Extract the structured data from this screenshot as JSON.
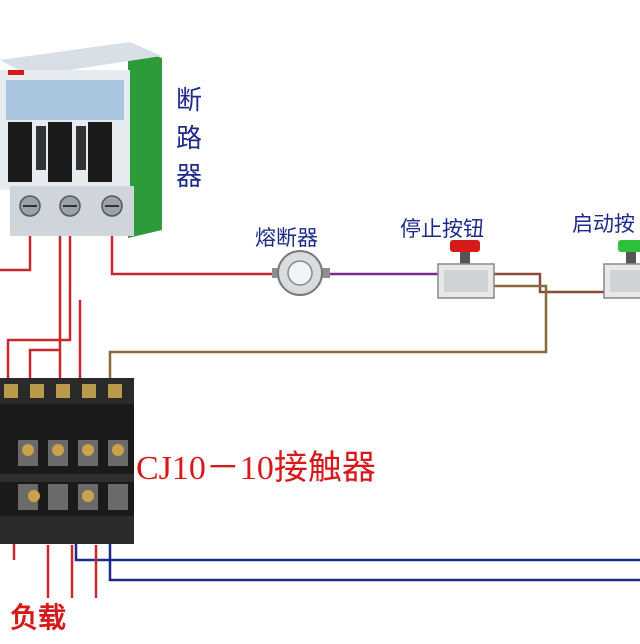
{
  "labels": {
    "breaker": [
      "断",
      "路",
      "器"
    ],
    "fuse": "熔断器",
    "stop_button": "停止按钮",
    "start_button": "启动按",
    "contactor": "CJ10－10接触器",
    "load": "负载"
  },
  "colors": {
    "label_blue": "#1d2a8a",
    "label_red": "#d61a1a",
    "wire_red": "#c8282a",
    "wire_purple": "#7a2a8a",
    "wire_brown": "#8a6a3a",
    "wire_blue": "#1d2a8a",
    "breaker_green": "#2e9b3a",
    "stop_button": "#d61a1a",
    "start_button": "#2fbf3a",
    "contactor_body": "#1a1a1a"
  }
}
